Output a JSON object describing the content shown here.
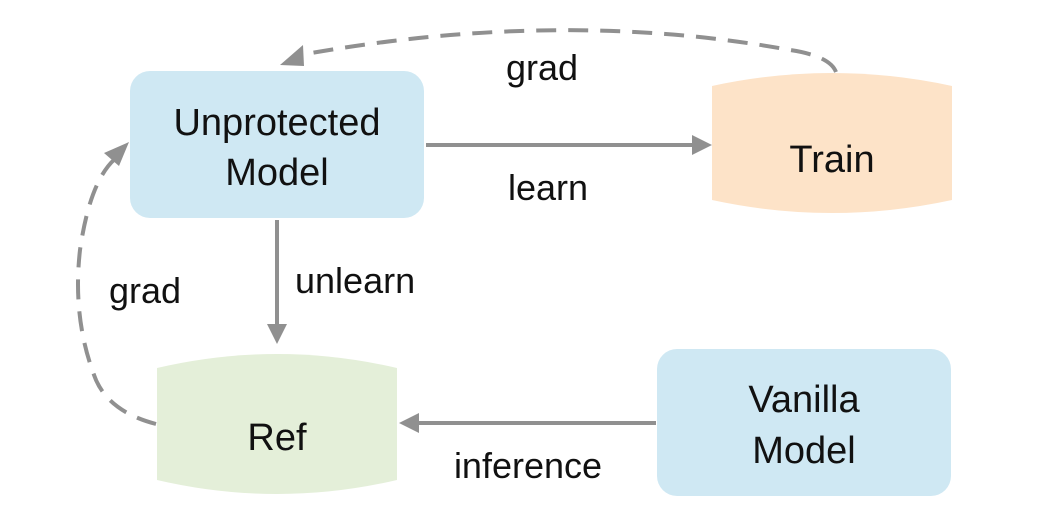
{
  "nodes": {
    "unprotected_model": {
      "line1": "Unprotected",
      "line2": "Model"
    },
    "train": {
      "label": "Train"
    },
    "ref": {
      "label": "Ref"
    },
    "vanilla_model": {
      "line1": "Vanilla",
      "line2": "Model"
    }
  },
  "edges": {
    "grad_top": "grad",
    "learn": "learn",
    "unlearn": "unlearn",
    "grad_left": "grad",
    "inference": "inference"
  },
  "colors": {
    "model_fill": "#cfe8f3",
    "train_fill": "#fde3c8",
    "ref_fill": "#e4efd9",
    "arrow": "#909090",
    "text": "#111111"
  }
}
